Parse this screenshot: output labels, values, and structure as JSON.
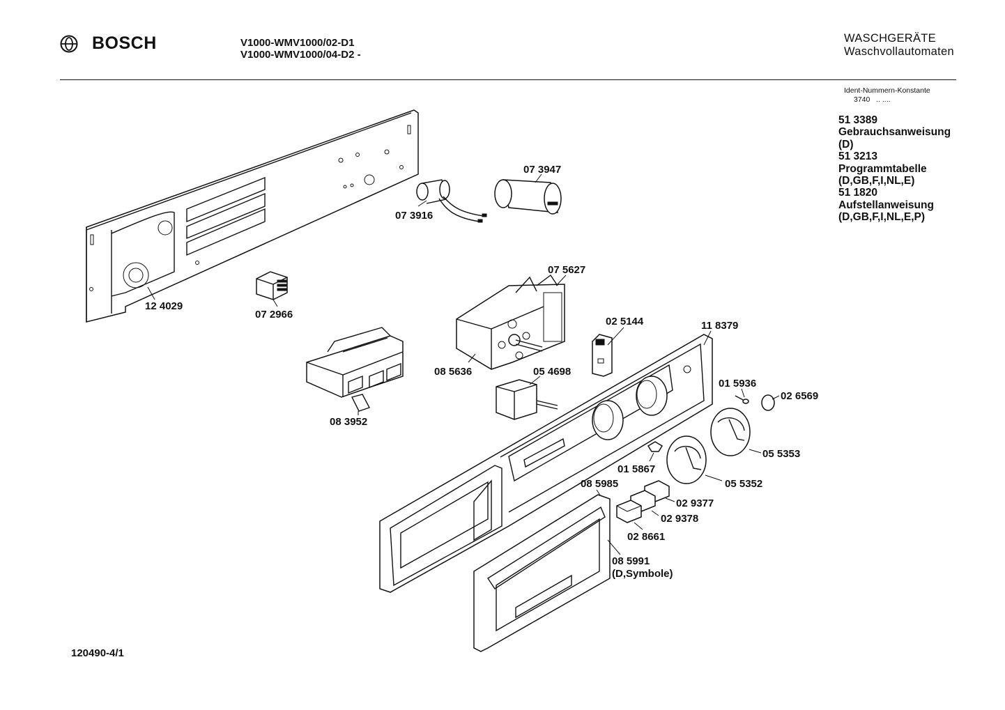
{
  "header": {
    "brand": "BOSCH",
    "model_line_1": "V1000-WMV1000/02-D1",
    "model_line_2": "V1000-WMV1000/04-D2  -",
    "category": "WASCHGERÄTE",
    "subcategory": "Waschvollautomaten"
  },
  "ident": {
    "label": "Ident-Nummern-Konstante",
    "value": "3740",
    "suffix": ".. ...."
  },
  "documents": [
    "51 3389",
    "Gebrauchsanweisung",
    "(D)",
    "51 3213",
    "Programmtabelle",
    "(D,GB,F,I,NL,E)",
    "51 1820",
    "Aufstellanweisung",
    "(D,GB,F,I,NL,E,P)"
  ],
  "parts": {
    "p124029": "12 4029",
    "p073916": "07 3916",
    "p073947": "07 3947",
    "p072966": "07 2966",
    "p075627": "07 5627",
    "p085636": "08 5636",
    "p025144": "02 5144",
    "p118379": "11 8379",
    "p083952": "08 3952",
    "p054698": "05 4698",
    "p015936": "01 5936",
    "p026569": "02 6569",
    "p055353": "05 5353",
    "p015867": "01 5867",
    "p055352": "05 5352",
    "p085985": "08 5985",
    "p029377": "02 9377",
    "p029378": "02 9378",
    "p028661": "02 8661",
    "p085991": "08 5991",
    "p085991_note": "(D,Symbole)"
  },
  "drawing_code": "120490-4/1"
}
